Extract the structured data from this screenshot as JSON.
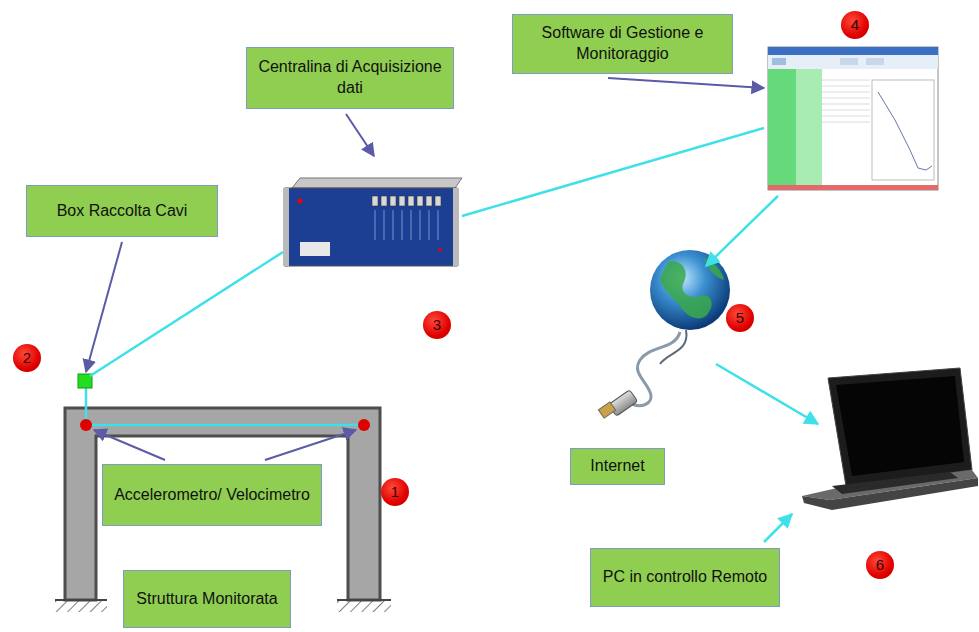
{
  "diagram": {
    "nodes": [
      {
        "text": [
          "Software di Gestione e Monitoraggio"
        ]
      },
      {
        "text": [
          "Centralina di Acquisizione dati"
        ]
      },
      {
        "text": [
          "Box Raccolta Cavi"
        ]
      },
      {
        "text": [
          "Internet"
        ]
      },
      {
        "text": [
          "Accelerometro/ Velocimetro"
        ]
      },
      {
        "text": [
          "PC in controllo Remoto"
        ]
      },
      {
        "text": [
          "Struttura Monitorata"
        ]
      }
    ],
    "labels": [
      "4",
      "3",
      "2",
      "5",
      "1",
      "6"
    ]
  }
}
